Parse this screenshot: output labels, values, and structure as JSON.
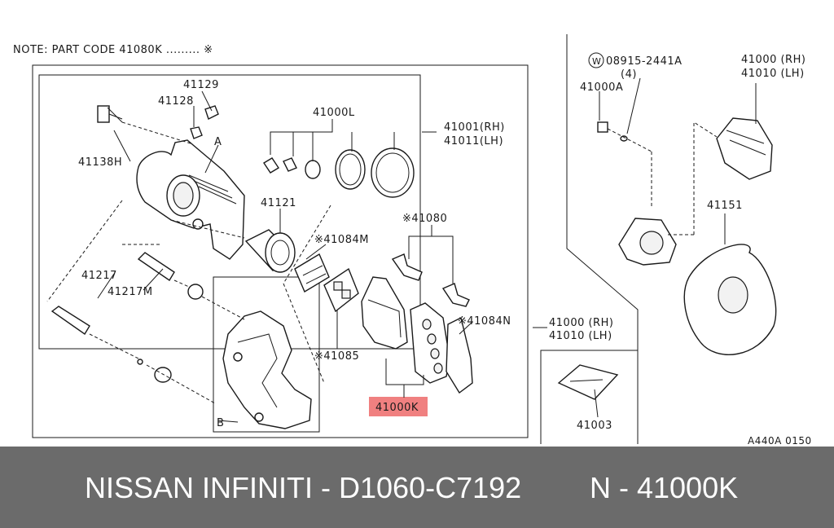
{
  "diagram": {
    "note": "NOTE: PART CODE 41080K ......... ※",
    "ref_code": "A440A 0150",
    "highlight_color": "#f08080",
    "labels": {
      "l41129": "41129",
      "l41128": "41128",
      "l41138h": "41138H",
      "lA": "A",
      "l41000L": "41000L",
      "l41001": "41001(RH)",
      "l41011": "41011(LH)",
      "l41121": "41121",
      "l41217": "41217",
      "l41217m": "41217M",
      "l41084m": "※41084M",
      "l41080": "※41080",
      "l41085": "※41085",
      "l41084n": "※41084N",
      "l41000k": "41000K",
      "lB": "B",
      "l41000rh_mid": "41000 (RH)",
      "l41010lh_mid": "41010 (LH)",
      "lW": "W",
      "l08915": "08915-2441A",
      "l4": "(4)",
      "l41000a": "41000A",
      "l41000rh_top": "41000 (RH)",
      "l41010lh_top": "41010 (LH)",
      "l41151": "41151",
      "l41003": "41003"
    }
  },
  "footer": {
    "left_text": "NISSAN INFINITI - D1060-C7192",
    "right_text": "N - 41000K"
  }
}
